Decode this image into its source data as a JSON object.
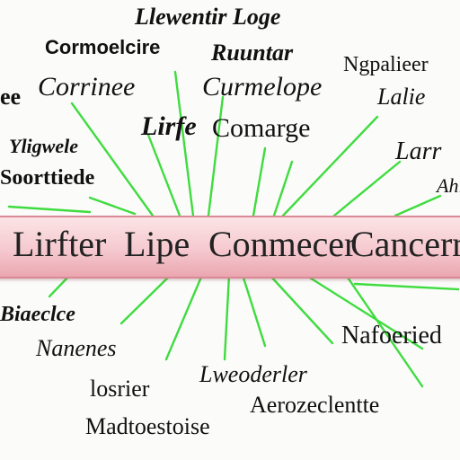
{
  "banner": {
    "words": [
      "Lirfter",
      "Lipe",
      "Conmecer",
      "Cancerr"
    ],
    "color": "#f5c9cf"
  },
  "labels": [
    {
      "id": "t1",
      "text": "Llewentir Loge"
    },
    {
      "id": "t2",
      "text": "Cormoelcire"
    },
    {
      "id": "t3",
      "text": "Ruuntar"
    },
    {
      "id": "t4",
      "text": "Ngpalieer"
    },
    {
      "id": "t5",
      "text": "Lalie"
    },
    {
      "id": "t6",
      "text": "ee"
    },
    {
      "id": "t7",
      "text": "Corrinee"
    },
    {
      "id": "t8",
      "text": "Curmelope"
    },
    {
      "id": "t9",
      "text": "Lirfe"
    },
    {
      "id": "t10",
      "text": "Comarge"
    },
    {
      "id": "t11",
      "text": "Yligwele"
    },
    {
      "id": "t12",
      "text": "Soorttiede"
    },
    {
      "id": "t13",
      "text": "Larr"
    },
    {
      "id": "t14",
      "text": "Ahl"
    },
    {
      "id": "t15",
      "text": "Biaeclce"
    },
    {
      "id": "t16",
      "text": "Nanenes"
    },
    {
      "id": "t17",
      "text": "Nafoeried"
    },
    {
      "id": "t18",
      "text": "losrier"
    },
    {
      "id": "t19",
      "text": "Lweoderler"
    },
    {
      "id": "t20",
      "text": "Aerozeclentte"
    },
    {
      "id": "t21",
      "text": "Madtoestoise"
    }
  ],
  "line_color": "#3fdc3f"
}
